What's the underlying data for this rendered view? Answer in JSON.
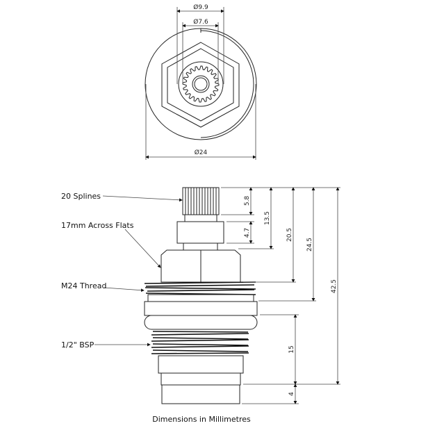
{
  "top_view": {
    "dia_spline_outer": "Ø9.9",
    "dia_spline_inner": "Ø7.6",
    "dia_body": "Ø24"
  },
  "side_view": {
    "labels": {
      "splines": "20 Splines",
      "flats": "17mm Across Flats",
      "thread": "M24 Thread",
      "bsp": "1/2\" BSP"
    },
    "dims": {
      "d1": "5.8",
      "d2": "4.7",
      "d3": "13.5",
      "d4": "20.5",
      "d5": "24.5",
      "d6": "42.5",
      "d7": "15",
      "d8": "4"
    }
  },
  "footer": "Dimensions in Millimetres"
}
